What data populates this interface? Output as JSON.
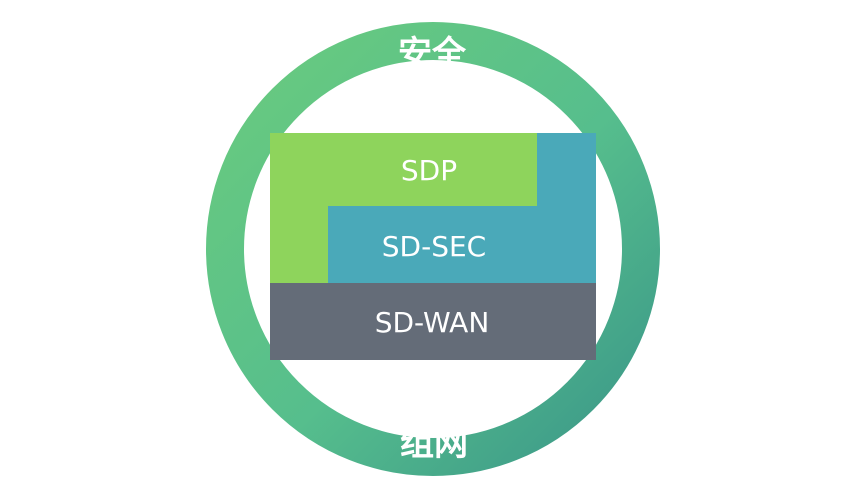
{
  "ring": {
    "top_label": "安全",
    "bottom_label": "组网"
  },
  "layers": {
    "sdp": {
      "label": "SDP",
      "color": "#8ED45C"
    },
    "sdsec": {
      "label": "SD-SEC",
      "color": "#4AA9B9"
    },
    "sdwan": {
      "label": "SD-WAN",
      "color": "#646C78"
    }
  },
  "colors": {
    "ring_start": "#63C97F",
    "ring_end": "#3E9A8B"
  }
}
